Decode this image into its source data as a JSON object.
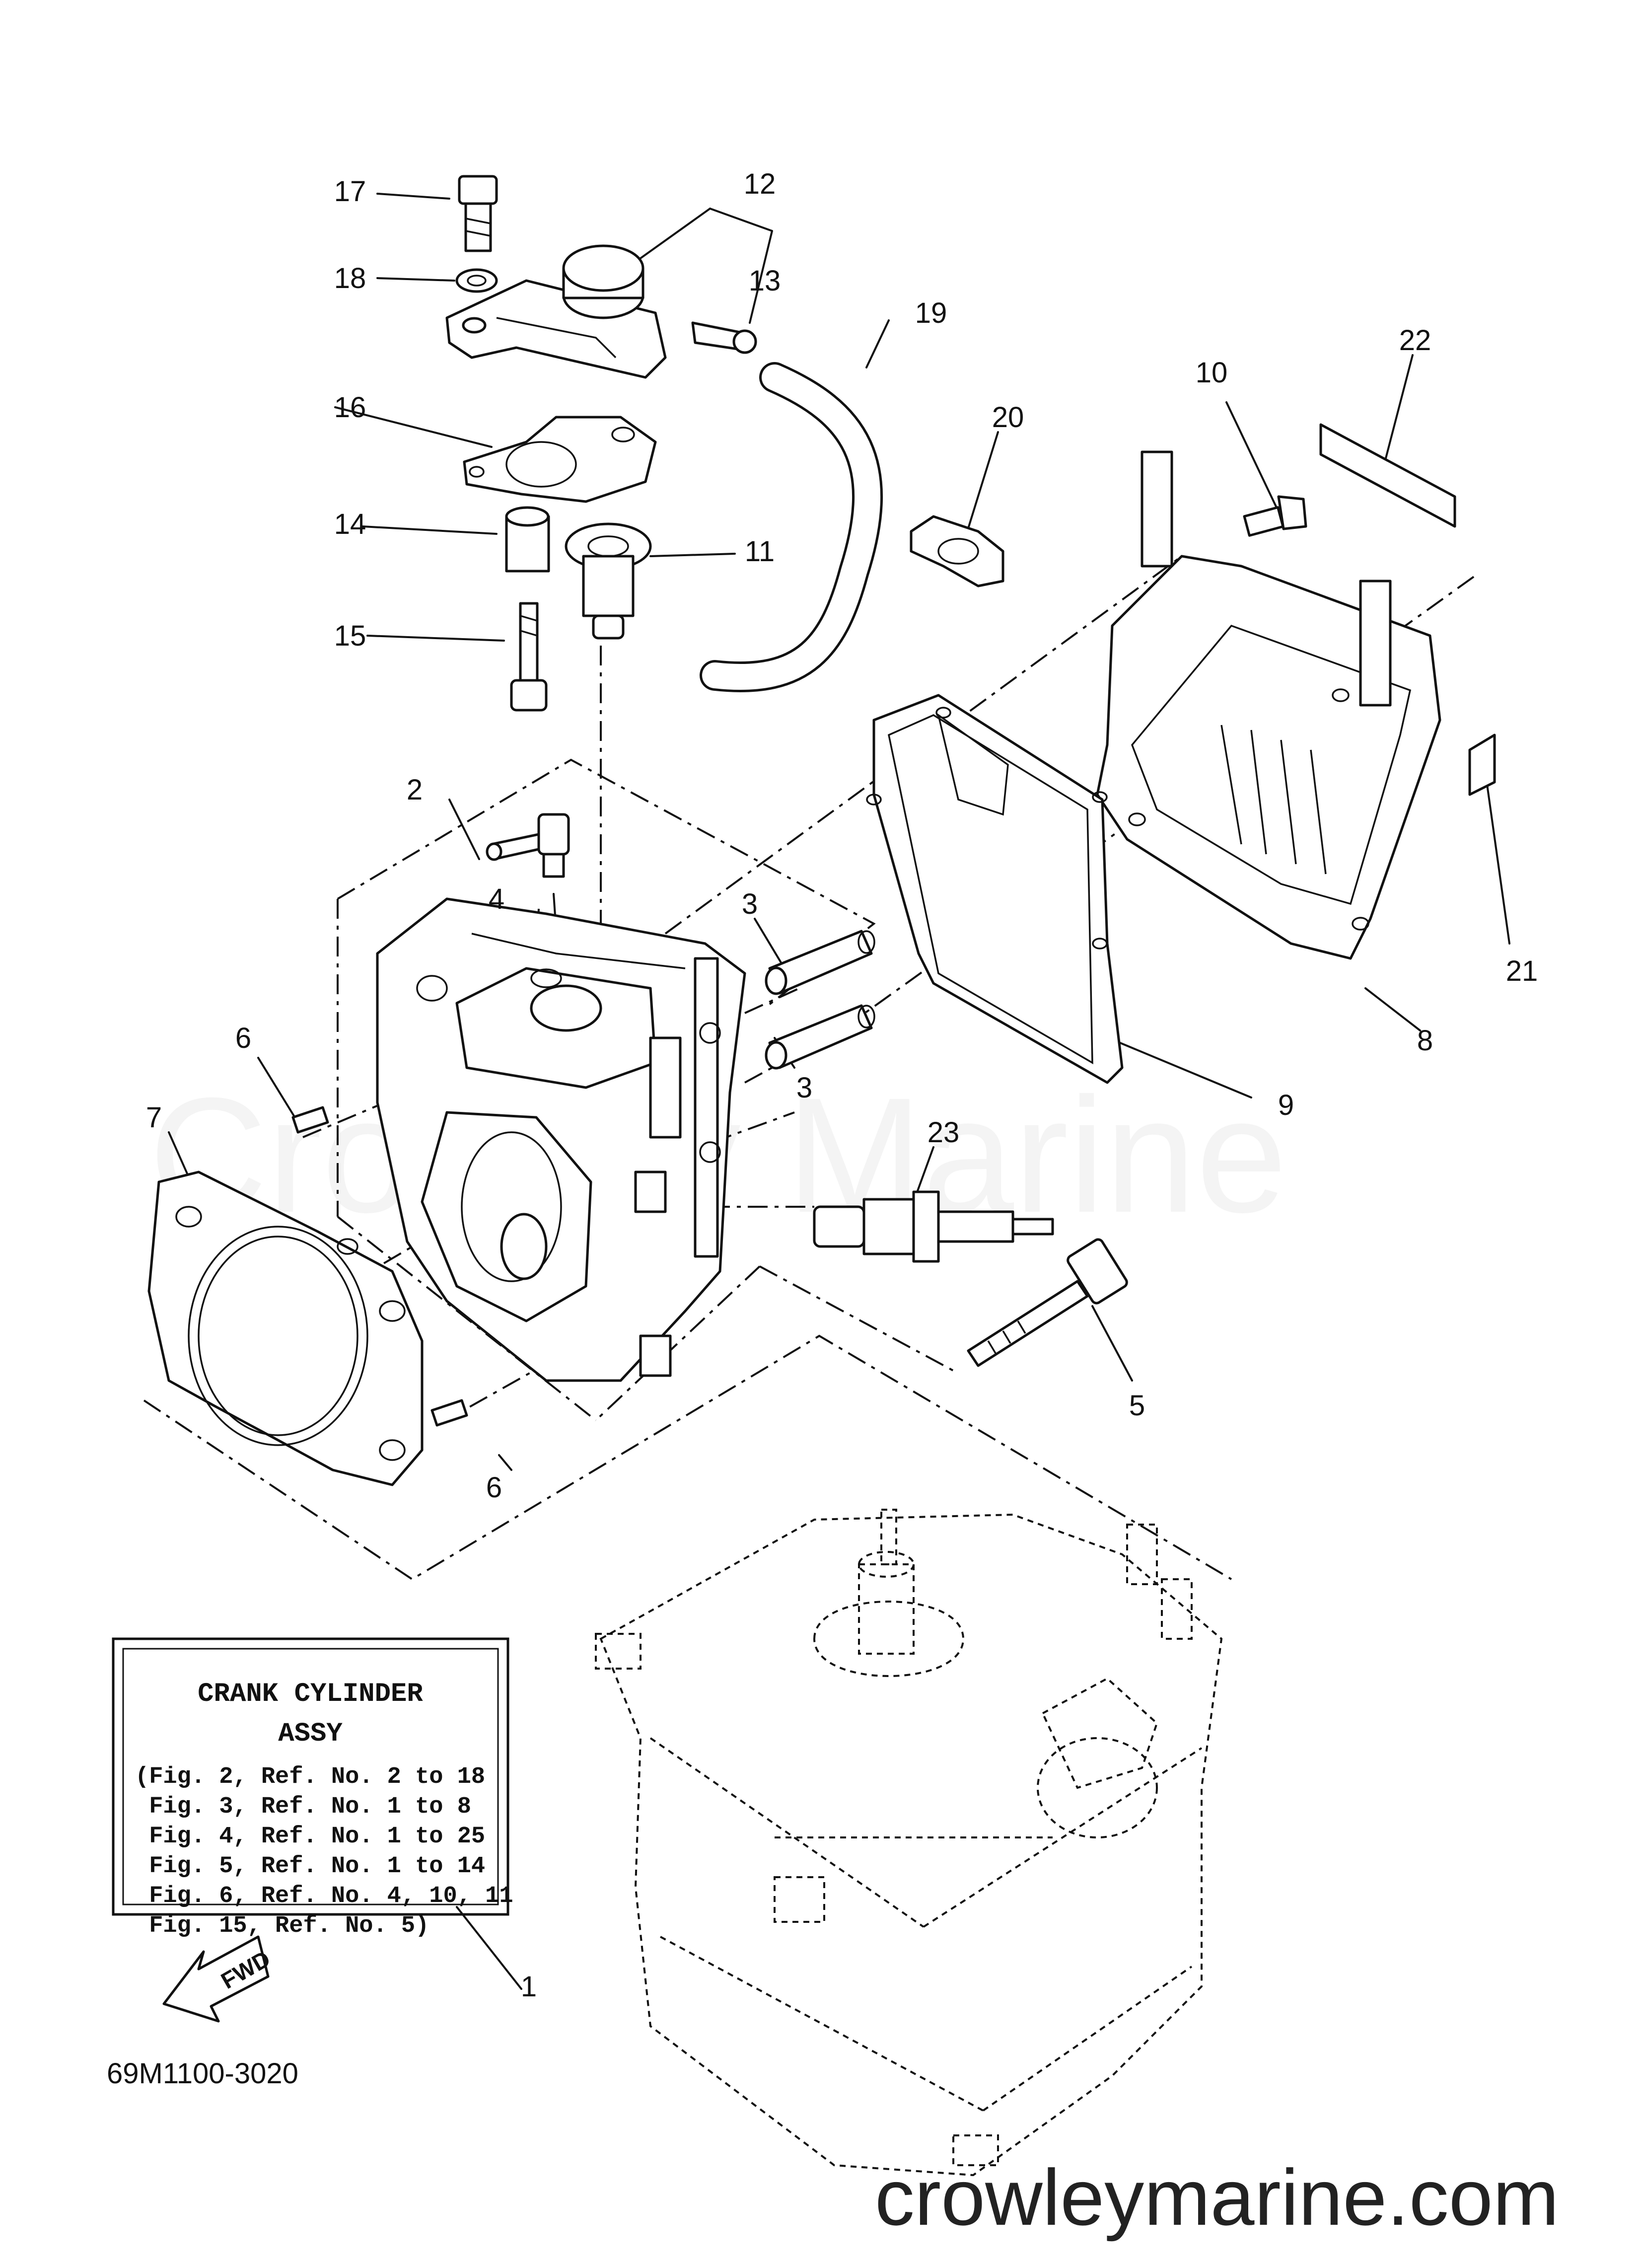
{
  "callouts": [
    {
      "id": "c1",
      "text": "1"
    },
    {
      "id": "c2",
      "text": "2"
    },
    {
      "id": "c3a",
      "text": "3"
    },
    {
      "id": "c3b",
      "text": "3"
    },
    {
      "id": "c4",
      "text": "4"
    },
    {
      "id": "c5",
      "text": "5"
    },
    {
      "id": "c6a",
      "text": "6"
    },
    {
      "id": "c6b",
      "text": "6"
    },
    {
      "id": "c7",
      "text": "7"
    },
    {
      "id": "c8",
      "text": "8"
    },
    {
      "id": "c9",
      "text": "9"
    },
    {
      "id": "c10",
      "text": "10"
    },
    {
      "id": "c11",
      "text": "11"
    },
    {
      "id": "c12",
      "text": "12"
    },
    {
      "id": "c13",
      "text": "13"
    },
    {
      "id": "c14",
      "text": "14"
    },
    {
      "id": "c15",
      "text": "15"
    },
    {
      "id": "c16",
      "text": "16"
    },
    {
      "id": "c17",
      "text": "17"
    },
    {
      "id": "c18",
      "text": "18"
    },
    {
      "id": "c19",
      "text": "19"
    },
    {
      "id": "c20",
      "text": "20"
    },
    {
      "id": "c21",
      "text": "21"
    },
    {
      "id": "c22",
      "text": "22"
    },
    {
      "id": "c23",
      "text": "23"
    }
  ],
  "assembly_box": {
    "title_line1": "CRANK CYLINDER",
    "title_line2": "ASSY",
    "lines": [
      "(Fig. 2, Ref. No. 2 to 18",
      " Fig. 3, Ref. No. 1 to 8",
      " Fig. 4, Ref. No. 1 to 25",
      " Fig. 5, Ref. No. 1 to 14",
      " Fig. 6, Ref. No. 4, 10, 11",
      " Fig. 15, Ref. No. 5)"
    ]
  },
  "fwd_arrow_label": "FWD",
  "drawing_code": "69M1100-3020",
  "watermark": "Crowley Marine",
  "website": "crowleymarine.com"
}
